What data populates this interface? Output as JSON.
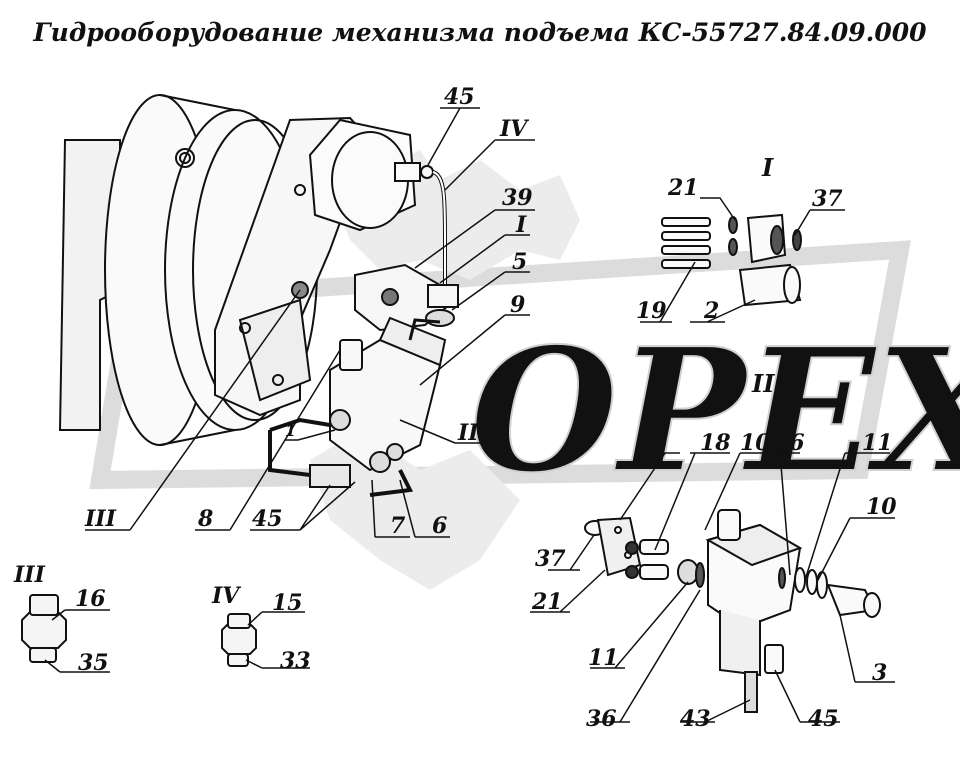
{
  "title": "Гидрооборудование механизма подъема КС-55727.84.09.000",
  "watermark": "OPEX",
  "callouts": [
    {
      "id": "c45a",
      "text": "45"
    },
    {
      "id": "cIVa",
      "text": "IV"
    },
    {
      "id": "c39",
      "text": "39"
    },
    {
      "id": "cIa",
      "text": "I"
    },
    {
      "id": "c5",
      "text": "5"
    },
    {
      "id": "c9",
      "text": "9"
    },
    {
      "id": "cIIa",
      "text": "II"
    },
    {
      "id": "cIIIa",
      "text": "III"
    },
    {
      "id": "c8",
      "text": "8"
    },
    {
      "id": "c1",
      "text": "1"
    },
    {
      "id": "c45b",
      "text": "45"
    },
    {
      "id": "c7",
      "text": "7"
    },
    {
      "id": "c6",
      "text": "6"
    },
    {
      "id": "cIb",
      "text": "I"
    },
    {
      "id": "c21a",
      "text": "21"
    },
    {
      "id": "c37a",
      "text": "37"
    },
    {
      "id": "c19",
      "text": "19"
    },
    {
      "id": "c2",
      "text": "2"
    },
    {
      "id": "cIIb",
      "text": "II"
    },
    {
      "id": "c4",
      "text": "4"
    },
    {
      "id": "c18",
      "text": "18"
    },
    {
      "id": "c10a",
      "text": "10"
    },
    {
      "id": "c36a",
      "text": "36"
    },
    {
      "id": "c11a",
      "text": "11"
    },
    {
      "id": "c10b",
      "text": "10"
    },
    {
      "id": "c37b",
      "text": "37"
    },
    {
      "id": "c21b",
      "text": "21"
    },
    {
      "id": "c11b",
      "text": "11"
    },
    {
      "id": "c36b",
      "text": "36"
    },
    {
      "id": "c43",
      "text": "43"
    },
    {
      "id": "c45c",
      "text": "45"
    },
    {
      "id": "c3",
      "text": "3"
    },
    {
      "id": "cIIIb",
      "text": "III"
    },
    {
      "id": "c16",
      "text": "16"
    },
    {
      "id": "c35",
      "text": "35"
    },
    {
      "id": "cIVb",
      "text": "IV"
    },
    {
      "id": "c15",
      "text": "15"
    },
    {
      "id": "c33",
      "text": "33"
    }
  ],
  "colors": {
    "line": "#111111",
    "watermark": "#e6e6e6",
    "fill": "#f4f4f4"
  }
}
